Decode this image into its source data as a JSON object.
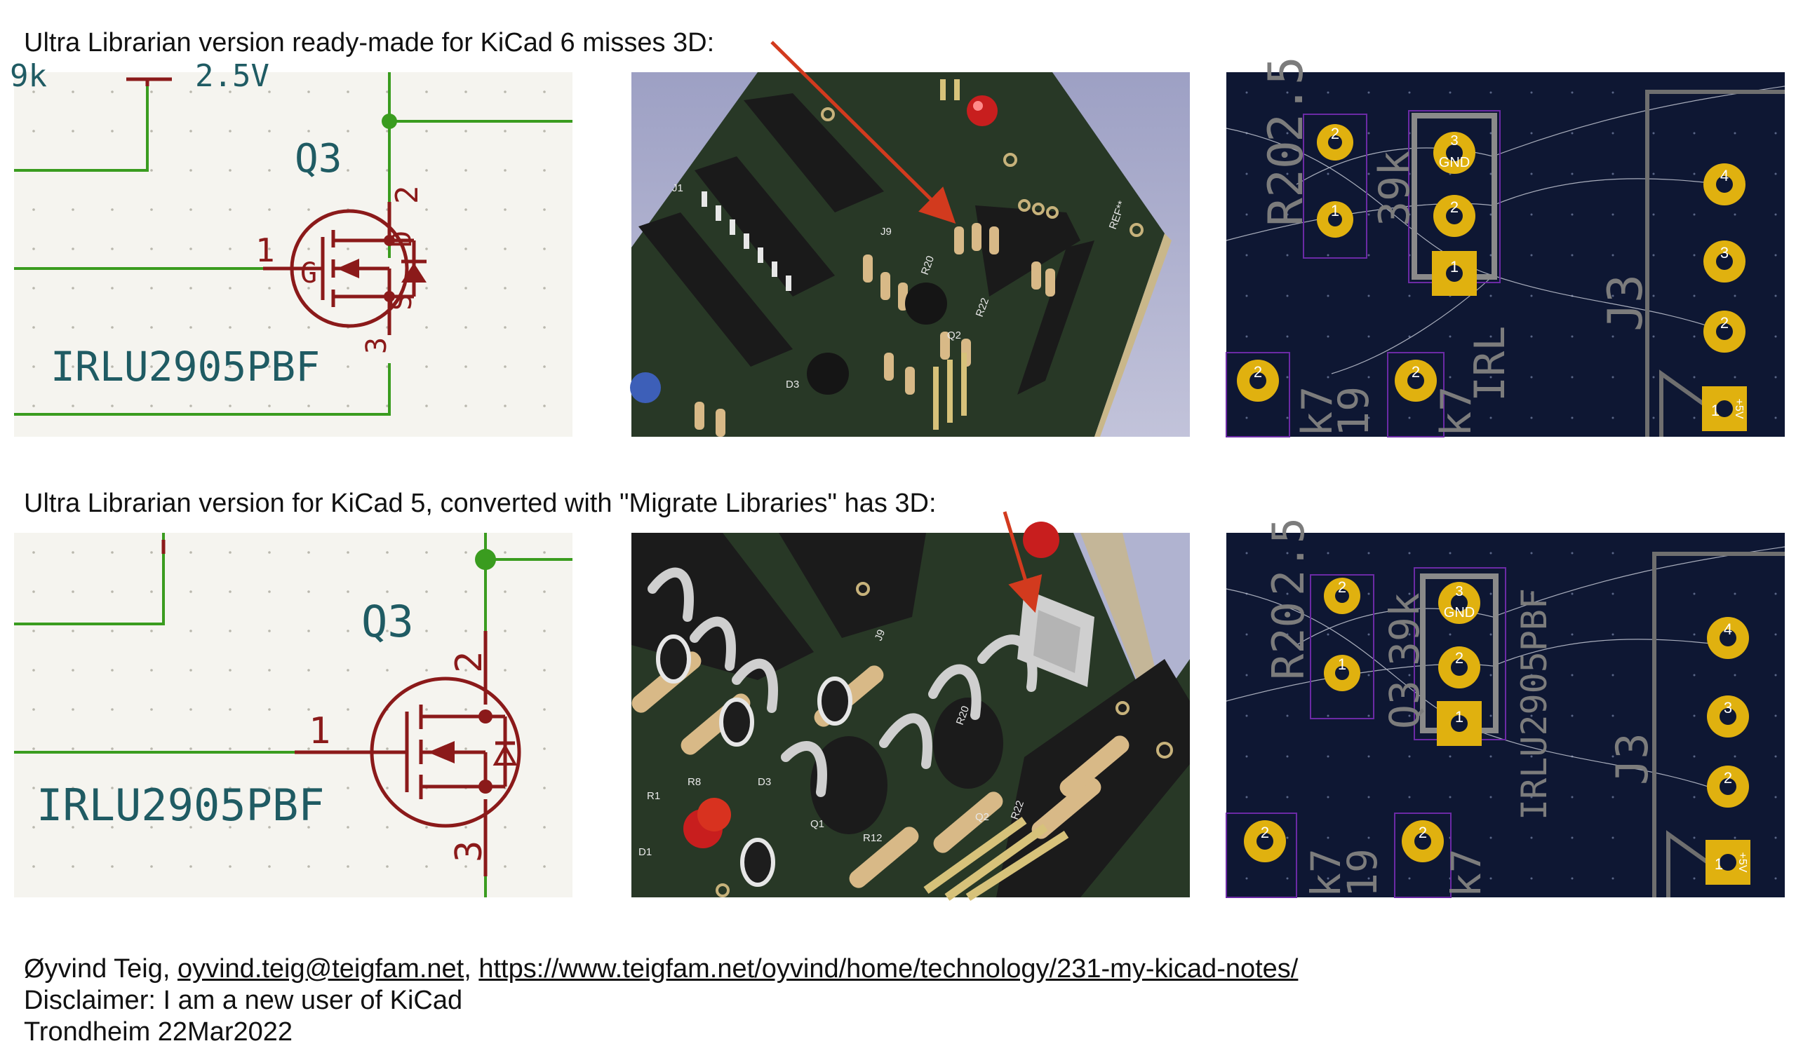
{
  "captions": {
    "top": "Ultra Librarian version ready-made for KiCad 6 misses 3D:",
    "bottom": "Ultra Librarian version for KiCad 5, converted with \"Migrate Libraries\" has 3D:"
  },
  "schematic_top": {
    "frag1": "9k",
    "frag2": "2.5V",
    "ref": "Q3",
    "pin1": "1",
    "pin2": "2",
    "pin3": "3",
    "g": "G",
    "d": "D",
    "s": "S",
    "part": "IRLU2905PBF"
  },
  "schematic_bottom": {
    "ref": "Q3",
    "pin1": "1",
    "pin2": "2",
    "pin3": "3",
    "part": "IRLU2905PBF"
  },
  "board3d_top": {
    "labels": [
      "J9",
      "R20",
      "R22",
      "D3",
      "REF**",
      "Q2",
      "J1"
    ]
  },
  "board3d_bottom": {
    "labels": [
      "J9",
      "R20",
      "R22",
      "R1",
      "R8",
      "D3",
      "D1",
      "R12",
      "Q2",
      "Q1"
    ]
  },
  "pcb_top": {
    "silk": [
      "R20",
      "2.5",
      "39k",
      "J3",
      "k7",
      "19",
      "k7",
      "IRL"
    ],
    "pads_q3": [
      "3",
      "2",
      "1"
    ],
    "gnd": "GND",
    "pads_j3": [
      "4",
      "3",
      "2",
      "1"
    ],
    "pad_misc": [
      "2",
      "1",
      "2",
      "2"
    ],
    "plus5": "+5V"
  },
  "pcb_bottom": {
    "silk": [
      "R20",
      "2.5",
      "39k",
      "Q3",
      "IRLU2905PBF",
      "J3",
      "k7",
      "19",
      "k7"
    ],
    "pads_q3": [
      "3",
      "2",
      "1"
    ],
    "gnd": "GND",
    "pads_j3": [
      "4",
      "3",
      "2",
      "1"
    ],
    "pad_misc": [
      "2",
      "1",
      "2",
      "2"
    ],
    "plus5": "+5V"
  },
  "footer": {
    "author": "Øyvind Teig, ",
    "email": "oyvind.teig@teigfam.net",
    "sep": ", ",
    "url": "https://www.teigfam.net/oyvind/home/technology/231-my-kicad-notes/",
    "disclaimer": "Disclaimer: I am a new user of KiCad",
    "place_date": "Trondheim 22Mar2022"
  },
  "colors": {
    "schematic_bg": "#f5f4ef",
    "wire": "#3a9c1f",
    "symbol": "#8b1a1a",
    "label_teal": "#1f5b63",
    "board_green": "#283826",
    "pcb_bg": "#0e1733",
    "pad_gold": "#e0b10f",
    "arrow_red": "#d23a1e"
  }
}
